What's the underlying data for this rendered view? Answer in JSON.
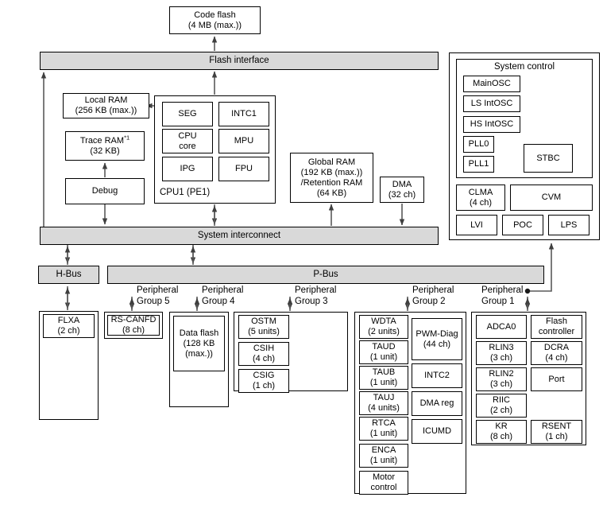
{
  "diagram": {
    "title": "MCU block diagram",
    "colors": {
      "bus_fill": "#d9d9d9",
      "box_fill": "#ffffff",
      "line": "#000000",
      "arrow": "#4d4d4d"
    }
  },
  "memory": {
    "code_flash": "Code flash\n(4 MB (max.))",
    "local_ram": "Local RAM\n(256 KB (max.))",
    "trace_ram_line1": "Trace RAM",
    "trace_ram_sup": "*1",
    "trace_ram_line2": "(32 KB)",
    "debug": "Debug",
    "global_ram": "Global RAM\n(192 KB (max.))\n/Retention RAM\n(64 KB)",
    "dma": "DMA\n(32 ch)"
  },
  "buses": {
    "flash_interface": "Flash interface",
    "system_interconnect": "System interconnect",
    "h_bus": "H-Bus",
    "p_bus": "P-Bus"
  },
  "cpu": {
    "label": "CPU1 (PE1)",
    "units": [
      {
        "label": "SEG"
      },
      {
        "label": "INTC1"
      },
      {
        "label": "CPU\ncore"
      },
      {
        "label": "MPU"
      },
      {
        "label": "IPG"
      },
      {
        "label": "FPU"
      }
    ]
  },
  "system_control": {
    "title": "System control",
    "clock_units": [
      {
        "label": "MainOSC"
      },
      {
        "label": "LS IntOSC"
      },
      {
        "label": "HS IntOSC"
      },
      {
        "label": "PLL0"
      },
      {
        "label": "PLL1"
      }
    ],
    "stbc": "STBC",
    "clma": "CLMA\n(4 ch)",
    "cvm": "CVM",
    "lvi": "LVI",
    "poc": "POC",
    "lps": "LPS"
  },
  "peripheral_labels": {
    "group5": "Peripheral\nGroup 5",
    "group4": "Peripheral\nGroup 4",
    "group3": "Peripheral\nGroup 3",
    "group2": "Peripheral\nGroup 2",
    "group1": "Peripheral\nGroup 1"
  },
  "h_bus_peripherals": [
    {
      "label": "FLXA\n(2 ch)"
    }
  ],
  "group5_peripherals": [
    {
      "label": "RS-CANFD\n(8 ch)"
    }
  ],
  "group4_peripherals": [
    {
      "label": "Data flash\n(128 KB\n(max.))"
    }
  ],
  "group3_peripherals": [
    {
      "label": "OSTM\n(5 units)"
    },
    {
      "label": "CSIH\n(4 ch)"
    },
    {
      "label": "CSIG\n(1 ch)"
    }
  ],
  "group2_peripherals_left": [
    {
      "label": "WDTA\n(2 units)"
    },
    {
      "label": "TAUD\n(1 unit)"
    },
    {
      "label": "TAUB\n(1 unit)"
    },
    {
      "label": "TAUJ\n(4 units)"
    },
    {
      "label": "RTCA\n(1 unit)"
    },
    {
      "label": "ENCA\n(1 unit)"
    },
    {
      "label": "Motor\ncontrol"
    }
  ],
  "group2_peripherals_right": [
    {
      "label": "PWM-Diag\n(44 ch)"
    },
    {
      "label": "INTC2"
    },
    {
      "label": "DMA reg"
    },
    {
      "label": "ICUMD"
    }
  ],
  "group1_peripherals_left": [
    {
      "label": "ADCA0"
    },
    {
      "label": "RLIN3\n(3 ch)"
    },
    {
      "label": "RLIN2\n(3 ch)"
    },
    {
      "label": "RIIC\n(2 ch)"
    },
    {
      "label": "KR\n(8 ch)"
    }
  ],
  "group1_peripherals_right": [
    {
      "label": "Flash\ncontroller"
    },
    {
      "label": "DCRA\n(4 ch)"
    },
    {
      "label": "Port"
    },
    {
      "label": "RSENT\n(1 ch)"
    }
  ]
}
